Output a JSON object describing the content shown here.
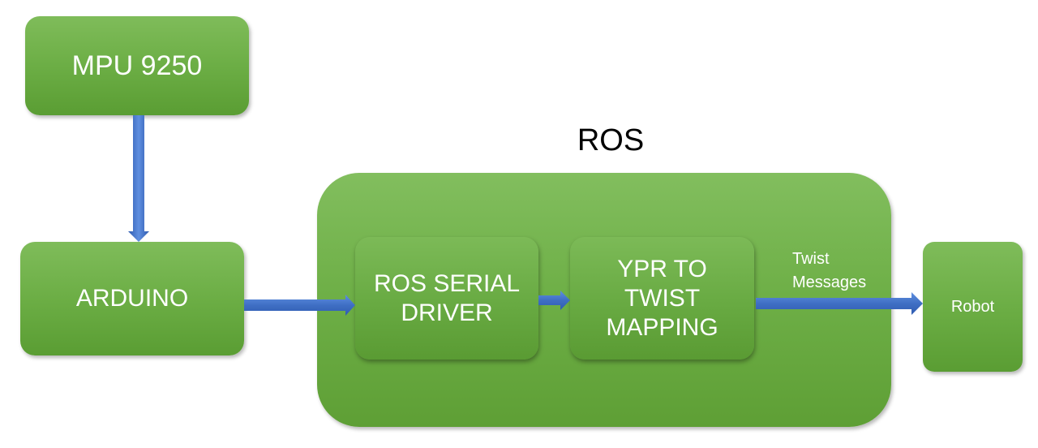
{
  "diagram": {
    "title": "ROS",
    "nodes": {
      "mpu": "MPU 9250",
      "arduino": "ARDUINO",
      "ros_serial": "ROS SERIAL\nDRIVER",
      "ypr_mapping": "YPR TO\nTWIST\nMAPPING",
      "robot": "Robot"
    },
    "edges": [
      {
        "from": "mpu",
        "to": "arduino",
        "label": ""
      },
      {
        "from": "arduino",
        "to": "ros_serial",
        "label": ""
      },
      {
        "from": "ros_serial",
        "to": "ypr_mapping",
        "label": ""
      },
      {
        "from": "ypr_mapping",
        "to": "robot",
        "label": "Twist\nMessages"
      }
    ]
  },
  "colors": {
    "node_green": "#6cae45",
    "arrow_blue": "#3f6fc4",
    "text_on_node": "#ffffff",
    "title_text": "#000000"
  }
}
